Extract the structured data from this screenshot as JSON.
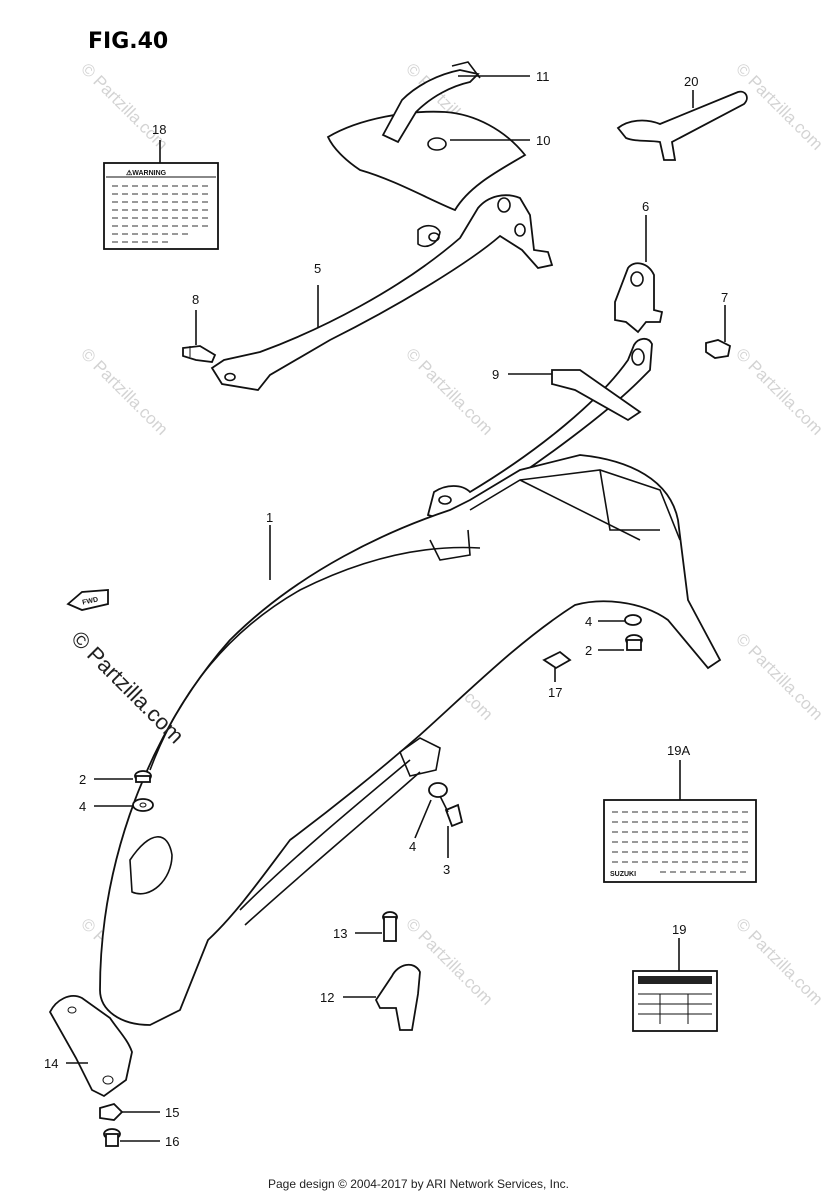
{
  "figure": {
    "title": "FIG.40"
  },
  "callouts": [
    {
      "id": "c11",
      "number": "11"
    },
    {
      "id": "c10",
      "number": "10"
    },
    {
      "id": "c20",
      "number": "20"
    },
    {
      "id": "c18",
      "number": "18"
    },
    {
      "id": "c6",
      "number": "6"
    },
    {
      "id": "c5",
      "number": "5"
    },
    {
      "id": "c8",
      "number": "8"
    },
    {
      "id": "c7",
      "number": "7"
    },
    {
      "id": "c9",
      "number": "9"
    },
    {
      "id": "c1",
      "number": "1"
    },
    {
      "id": "c4a",
      "number": "4"
    },
    {
      "id": "c2a",
      "number": "2"
    },
    {
      "id": "c17",
      "number": "17"
    },
    {
      "id": "c19A",
      "number": "19A"
    },
    {
      "id": "c2b",
      "number": "2"
    },
    {
      "id": "c4b",
      "number": "4"
    },
    {
      "id": "c4c",
      "number": "4"
    },
    {
      "id": "c3",
      "number": "3"
    },
    {
      "id": "c13",
      "number": "13"
    },
    {
      "id": "c12",
      "number": "12"
    },
    {
      "id": "c19",
      "number": "19"
    },
    {
      "id": "c14",
      "number": "14"
    },
    {
      "id": "c15",
      "number": "15"
    },
    {
      "id": "c16",
      "number": "16"
    }
  ],
  "warning_label": {
    "text": "⚠WARNING"
  },
  "fwd_arrow": {
    "text": "FWD"
  },
  "suzuki_label": {
    "text": "SUZUKI"
  },
  "watermark": {
    "main": "© Partzilla.com",
    "small": "© Partzilla.com"
  },
  "footer": {
    "text": "Page design © 2004-2017 by ARI Network Services, Inc."
  }
}
